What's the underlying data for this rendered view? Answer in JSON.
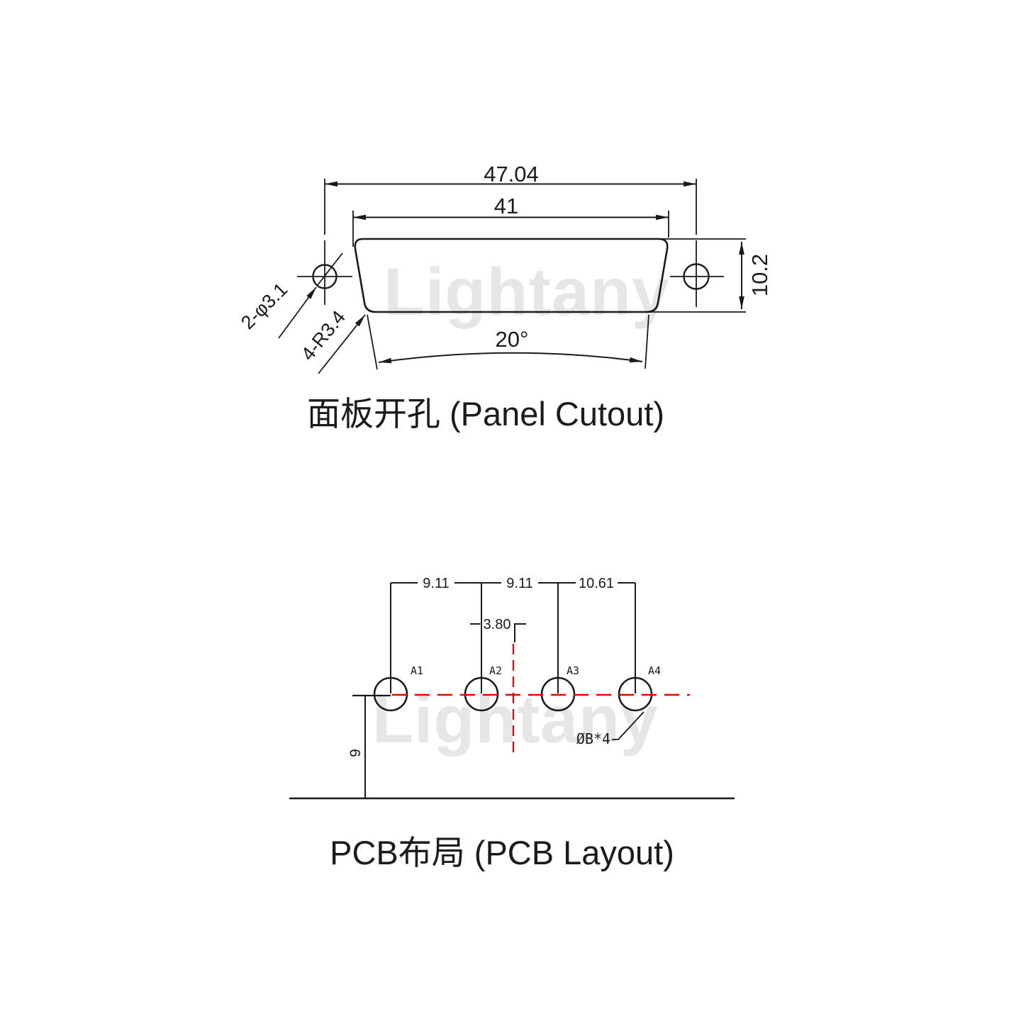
{
  "watermark": {
    "text": "Lightany"
  },
  "panel": {
    "title": "面板开孔 (Panel Cutout)",
    "dim_width_outer": "47.04",
    "dim_width_inner": "41",
    "dim_height": "10.2",
    "dim_angle": "20°",
    "label_mounting_holes": "2-φ3.1",
    "label_corner_radius": "4-R3.4"
  },
  "pcb": {
    "title": "PCB布局 (PCB Layout)",
    "dim_pitch_1": "9.11",
    "dim_pitch_2": "9.11",
    "dim_pitch_3": "10.61",
    "dim_offset_center": "3.80",
    "dim_edge_distance": "9",
    "label_hole_size": "ØB*4",
    "pads": [
      "A1",
      "A2",
      "A3",
      "A4"
    ]
  },
  "colors": {
    "line": "#1a1a1a",
    "red_line": "#f00000",
    "red_text": "#e60000",
    "watermark": "#e6e6e6"
  }
}
